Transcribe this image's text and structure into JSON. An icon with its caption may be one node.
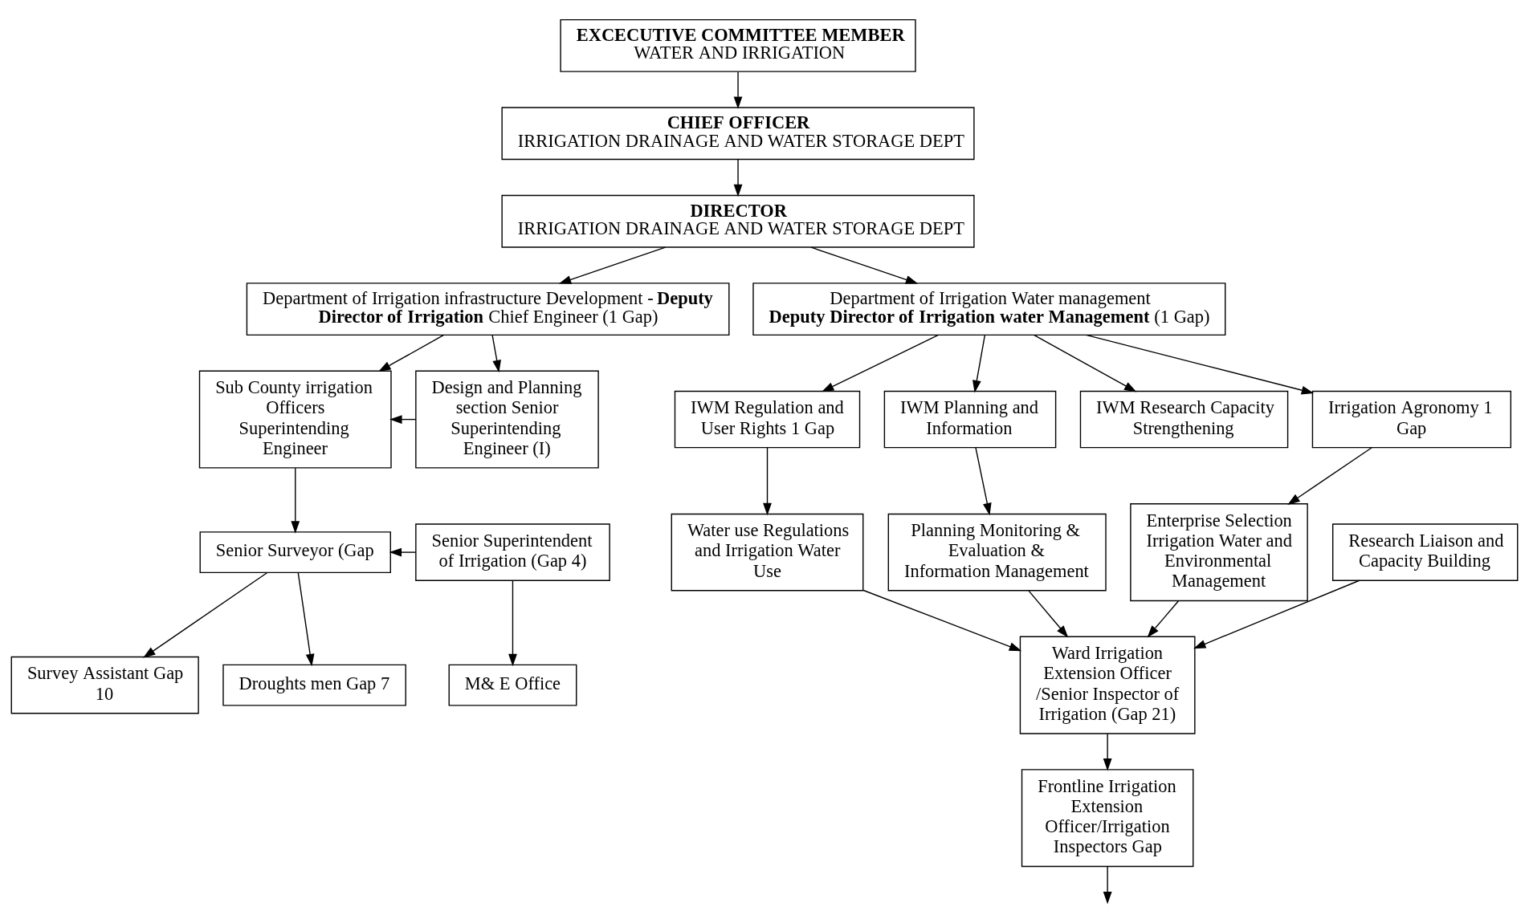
{
  "diagram": {
    "nodes": [
      {
        "text": [
          "EXCECUTIVE COMMITTEE MEMBER",
          "WATER AND IRRIGATION"
        ]
      },
      {
        "text": [
          "CHIEF OFFICER",
          "IRRIGATION DRAINAGE AND WATER STORAGE DEPT"
        ]
      },
      {
        "text": [
          "DIRECTOR",
          "IRRIGATION DRAINAGE AND WATER STORAGE DEPT"
        ]
      },
      {
        "text": [
          "Department of Irrigation infrastructure Development - **Deputy Director of Irrigation** Chief Engineer (1 Gap)"
        ]
      },
      {
        "text": [
          "Department of Irrigation Water management",
          "**Deputy Director of Irrigation water Management** (1 Gap)"
        ]
      },
      {
        "text": [
          "Sub County irrigation Officers Superintending Engineer"
        ]
      },
      {
        "text": [
          "Design and Planning section Senior Superintending Engineer (I)"
        ]
      },
      {
        "text": [
          "IWM Research Capacity Strengthening"
        ]
      },
      {
        "text": [
          "Irrigation Agronomy 1 Gap"
        ]
      },
      {
        "text": [
          "IWM Regulation and User Rights 1 Gap"
        ]
      },
      {
        "text": [
          "IWM Planning and Information"
        ]
      },
      {
        "text": [
          "Senior Surveyor (Gap"
        ]
      },
      {
        "text": [
          "Senior Superintendent of Irrigation (Gap 4)"
        ]
      },
      {
        "text": [
          "Research Liaison and Capacity Building"
        ]
      },
      {
        "text": [
          "Enterprise Selection Irrigation Water and Environmental Management"
        ]
      },
      {
        "text": [
          "Water use Regulations and Irrigation Water Use"
        ]
      },
      {
        "text": [
          "Planning Monitoring & Evaluation & Information Management"
        ]
      },
      {
        "text": [
          "Survey Assistant Gap 10"
        ]
      },
      {
        "text": [
          "Droughts men Gap 7"
        ]
      },
      {
        "text": [
          "M& E Office"
        ]
      },
      {
        "text": [
          "Ward Irrigation Extension Officer /Senior Inspector of Irrigation (Gap 21)"
        ]
      },
      {
        "text": [
          "Frontline Irrigation Extension Officer/Irrigation Inspectors Gap"
        ]
      }
    ],
    "edges": [
      {
        "from": 0,
        "to": 1,
        "arrow": "to"
      },
      {
        "from": 1,
        "to": 2,
        "arrow": "to"
      },
      {
        "from": 2,
        "to": 3,
        "arrow": "to"
      },
      {
        "from": 2,
        "to": 4,
        "arrow": "to"
      },
      {
        "from": 3,
        "to": 5,
        "arrow": "to"
      },
      {
        "from": 3,
        "to": 6,
        "arrow": "to"
      },
      {
        "from": 6,
        "to": 5,
        "arrow": "to"
      },
      {
        "from": 4,
        "to": 7,
        "arrow": "to"
      },
      {
        "from": 4,
        "to": 8,
        "arrow": "to"
      },
      {
        "from": 4,
        "to": 9,
        "arrow": "to"
      },
      {
        "from": 4,
        "to": 10,
        "arrow": "to"
      },
      {
        "from": 8,
        "to": 14,
        "arrow": "to"
      },
      {
        "from": 9,
        "to": 15,
        "arrow": "to"
      },
      {
        "from": 10,
        "to": 16,
        "arrow": "to"
      },
      {
        "from": 5,
        "to": 11,
        "arrow": "to"
      },
      {
        "from": 12,
        "to": 11,
        "arrow": "to"
      },
      {
        "from": 11,
        "to": 17,
        "arrow": "to"
      },
      {
        "from": 11,
        "to": 18,
        "arrow": "to"
      },
      {
        "from": 12,
        "to": 19,
        "arrow": "to"
      },
      {
        "from": 13,
        "to": 20,
        "arrow": "to"
      },
      {
        "from": 14,
        "to": 20,
        "arrow": "to"
      },
      {
        "from": 15,
        "to": 20,
        "arrow": "to"
      },
      {
        "from": 16,
        "to": 20,
        "arrow": "to"
      },
      {
        "from": 20,
        "to": 21,
        "arrow": "to"
      },
      {
        "from": 21,
        "to": null,
        "arrow": "to"
      }
    ]
  }
}
